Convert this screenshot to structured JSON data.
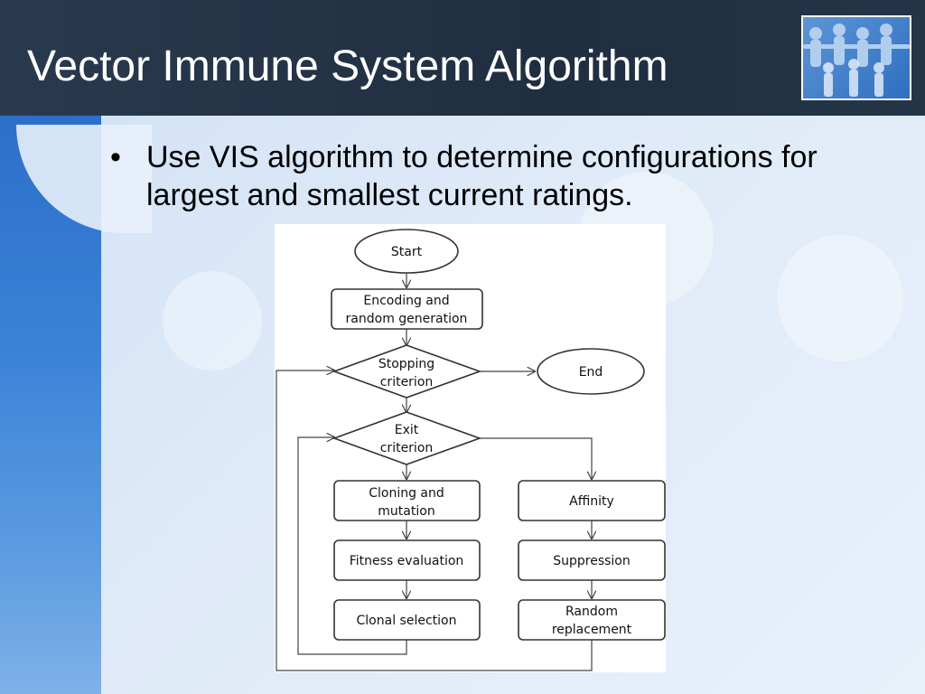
{
  "slide": {
    "title": "Vector Immune System Algorithm",
    "bullet_marker": "•",
    "bullet_text": "Use VIS algorithm to determine configurations for largest and smallest current ratings."
  },
  "logo": {
    "icon": "paper-people-chain-icon"
  },
  "flowchart": {
    "start": "Start",
    "encoding": [
      "Encoding and",
      "random generation"
    ],
    "stopping": [
      "Stopping",
      "criterion"
    ],
    "end": "End",
    "exit": [
      "Exit",
      "criterion"
    ],
    "cloning": [
      "Cloning and",
      "mutation"
    ],
    "fitness": "Fitness evaluation",
    "clonal": "Clonal selection",
    "affinity": "Affinity",
    "suppression": "Suppression",
    "random_replacement": [
      "Random",
      "replacement"
    ]
  },
  "colors": {
    "title_bar": "#223247",
    "background": "#dbe7f6",
    "accent_blue": "#3a82d8"
  }
}
